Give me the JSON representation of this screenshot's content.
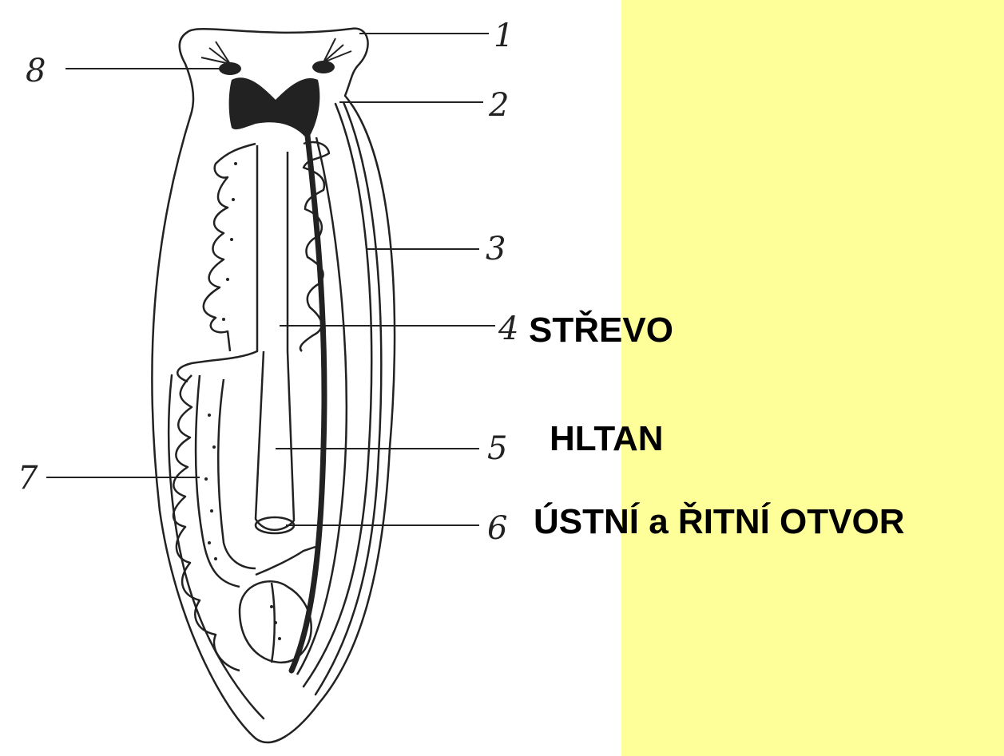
{
  "labels": {
    "n1": "1",
    "n2": "2",
    "n3": "3",
    "n4": "4",
    "n5": "5",
    "n6": "6",
    "n7": "7",
    "n8": "8"
  },
  "answers": {
    "strevo": "STŘEVO",
    "hltan": "HLTAN",
    "otvor": "ÚSTNÍ a ŘITNÍ OTVOR"
  },
  "colors": {
    "panel": "#ffff99",
    "ink": "#222222"
  }
}
